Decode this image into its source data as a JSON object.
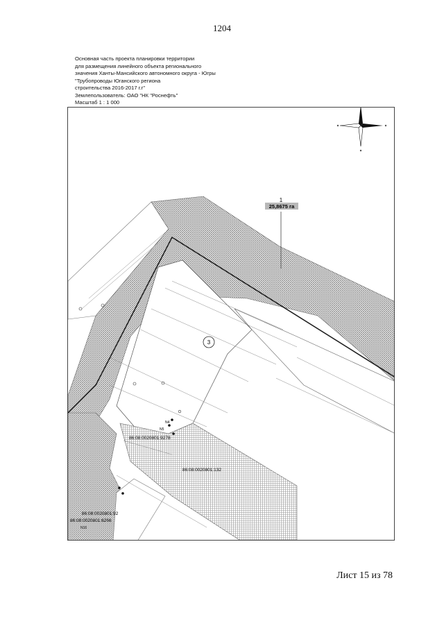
{
  "page_number": "1204",
  "header": {
    "lines": [
      "Основная часть проекта планировки территории",
      "для размещения линейного объекта регионального",
      "значения Ханты-Мансийского автономного округа - Югры",
      "\"Трубопроводы Юганского региона",
      "строительства 2016-2017 г.г\"",
      "Землепользователь: ОАО \"НК \"Роснефть\"",
      "Масштаб 1 : 1 000"
    ]
  },
  "map": {
    "plot_number": "1",
    "plot_area": "25,8675 га",
    "circle_label": "3",
    "cadastral_labels": [
      "86:08:0020801:9278",
      "86:08:0020801:132",
      "86:08:0020801:92",
      "86:08:0020801:6266"
    ],
    "small_labels": [
      "N4",
      "N5",
      "N16"
    ],
    "colors": {
      "hatch": "#9a9a9a",
      "boundary": "#222222",
      "line": "#555555"
    },
    "compass": "compass-rose-icon"
  },
  "footer": {
    "sheet": "Лист 15 из 78"
  }
}
